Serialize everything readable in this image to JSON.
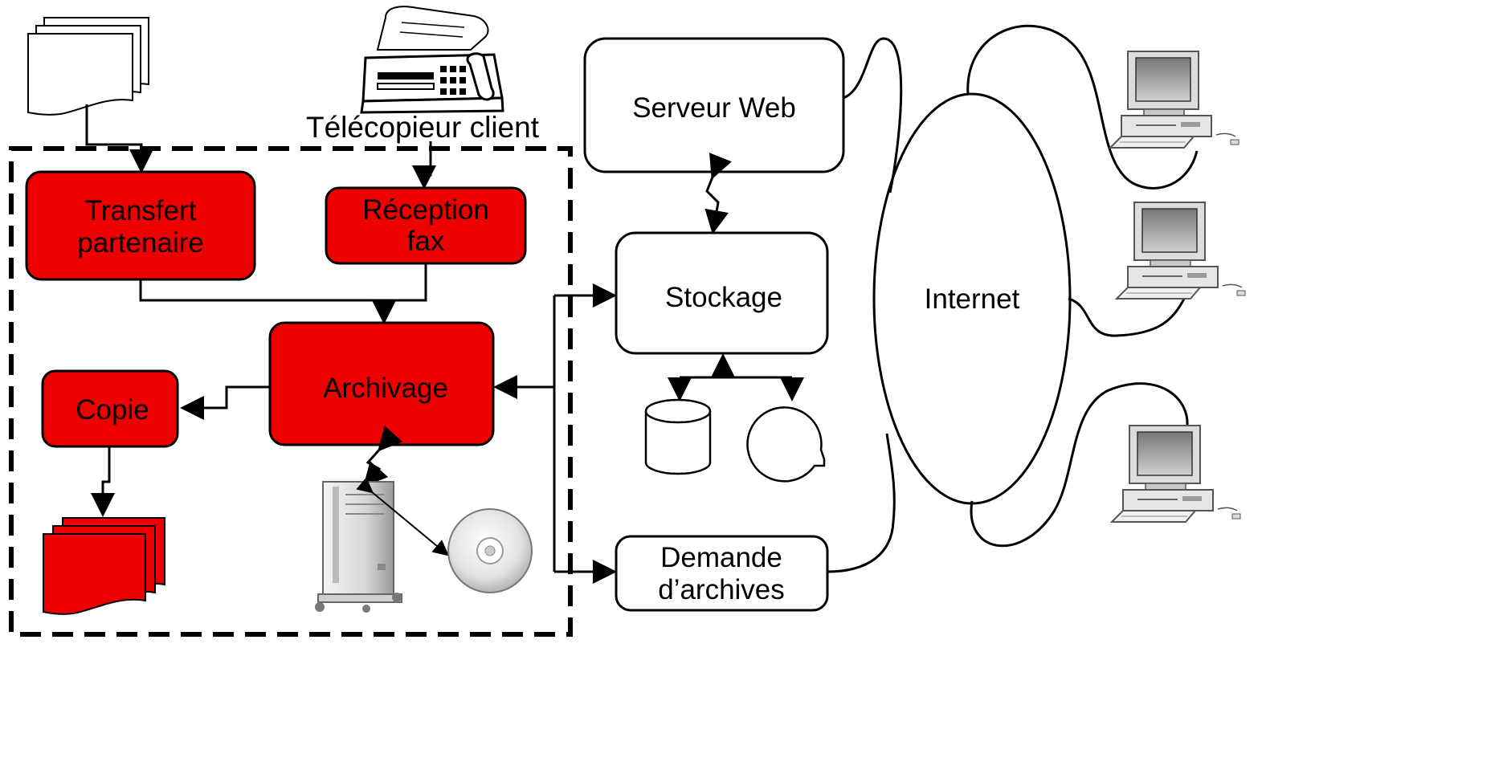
{
  "colors": {
    "accent_red": "#ee0000",
    "line": "#000000",
    "background": "#ffffff"
  },
  "labels": {
    "transfert_l1": "Transfert",
    "transfert_l2": "partenaire",
    "reception_l1": "Réception",
    "reception_l2": "fax",
    "archivage": "Archivage",
    "copie": "Copie",
    "telecopieur": "Télécopieur client",
    "serveur_web": "Serveur Web",
    "stockage": "Stockage",
    "demande_l1": "Demande",
    "demande_l2": "d’archives",
    "internet": "Internet"
  },
  "icons": [
    "document-stack-icon",
    "fax-machine-icon",
    "server-tower-icon",
    "cd-disc-icon",
    "database-cylinder-icon",
    "tape-reel-icon",
    "desktop-computer-icon"
  ]
}
